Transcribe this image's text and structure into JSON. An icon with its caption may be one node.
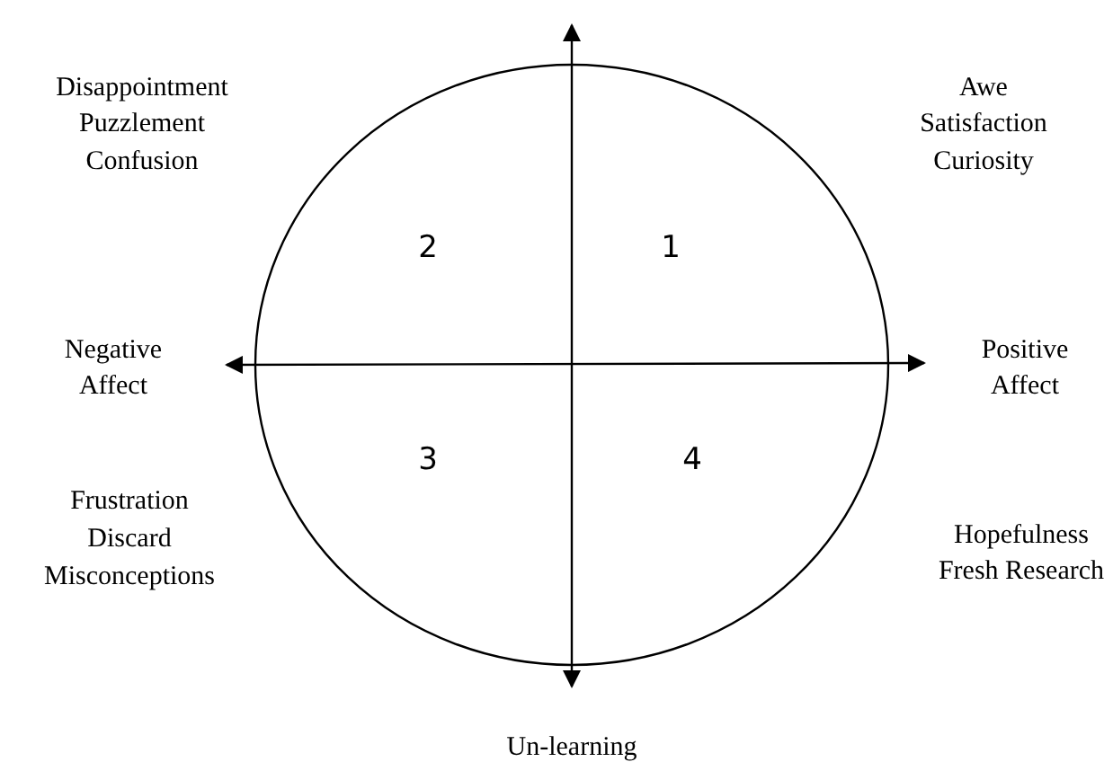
{
  "diagram": {
    "labels": [
      "Disappointment",
      "Puzzlement",
      "Confusion",
      "Awe",
      "Satisfaction",
      "Curiosity",
      "2",
      "1",
      "Negative Affect",
      "Positive Affect",
      "3",
      "4",
      "Frustration",
      "Discard",
      "Misconceptions",
      "Hopefulness",
      "Fresh Research",
      "Un-learning"
    ]
  }
}
